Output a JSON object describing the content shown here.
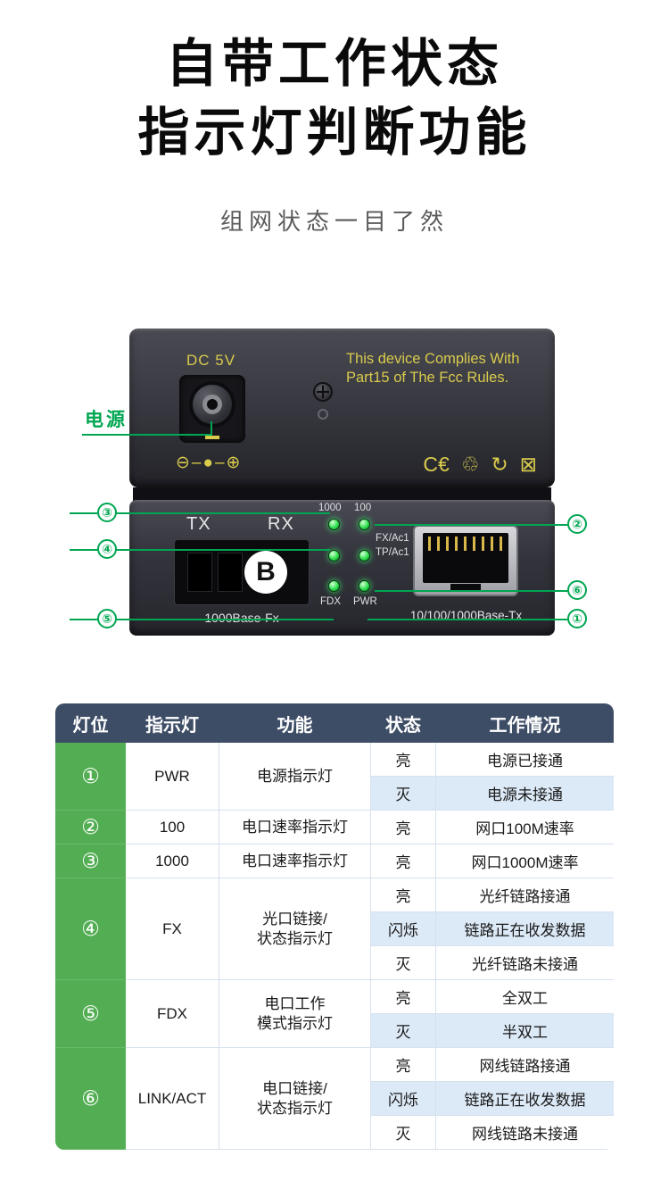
{
  "colors": {
    "accent_green": "#00a651",
    "table_green": "#53ae53",
    "header_navy": "#3e4d66",
    "row_alt": "#dce9f6",
    "device_yellow": "#d9cb4c"
  },
  "title": {
    "line1": "自带工作状态",
    "line2": "指示灯判断功能"
  },
  "subtitle": "组网状态一目了然",
  "device": {
    "power_callout": "电源",
    "top": {
      "dc_label": "DC 5V",
      "fcc_text": "This device Complies With\nPart15 of The Fcc Rules.",
      "polarity_icon": "⊖–●–⊕",
      "certs": [
        "C€",
        "♲",
        "↻",
        "⊠"
      ]
    },
    "front": {
      "tx": "TX",
      "rx": "RX",
      "port_letter": "B",
      "fiber_port_label": "1000Base-Fx",
      "led_label_1000": "1000",
      "led_label_100": "100",
      "led_label_fx": "FX/Ac1",
      "led_label_tp": "TP/Ac1",
      "led_label_fdx": "FDX",
      "led_label_pwr": "PWR",
      "rj45_label": "10/100/1000Base-Tx"
    },
    "callouts": {
      "left": [
        "③",
        "④",
        "⑤"
      ],
      "right": [
        "②",
        "⑥",
        "①"
      ]
    }
  },
  "table": {
    "headers": [
      "灯位",
      "指示灯",
      "功能",
      "状态",
      "工作情况"
    ],
    "groups": [
      {
        "num": "①",
        "led": "PWR",
        "func": "电源指示灯",
        "rows": [
          {
            "state": "亮",
            "desc": "电源已接通"
          },
          {
            "state": "灭",
            "desc": "电源未接通"
          }
        ]
      },
      {
        "num": "②",
        "led": "100",
        "func": "电口速率指示灯",
        "rows": [
          {
            "state": "亮",
            "desc": "网口100M速率"
          }
        ]
      },
      {
        "num": "③",
        "led": "1000",
        "func": "电口速率指示灯",
        "rows": [
          {
            "state": "亮",
            "desc": "网口1000M速率"
          }
        ]
      },
      {
        "num": "④",
        "led": "FX",
        "func": "光口链接/\n状态指示灯",
        "rows": [
          {
            "state": "亮",
            "desc": "光纤链路接通"
          },
          {
            "state": "闪烁",
            "desc": "链路正在收发数据"
          },
          {
            "state": "灭",
            "desc": "光纤链路未接通"
          }
        ]
      },
      {
        "num": "⑤",
        "led": "FDX",
        "func": "电口工作\n模式指示灯",
        "rows": [
          {
            "state": "亮",
            "desc": "全双工"
          },
          {
            "state": "灭",
            "desc": "半双工"
          }
        ]
      },
      {
        "num": "⑥",
        "led": "LINK/ACT",
        "func": "电口链接/\n状态指示灯",
        "rows": [
          {
            "state": "亮",
            "desc": "网线链路接通"
          },
          {
            "state": "闪烁",
            "desc": "链路正在收发数据"
          },
          {
            "state": "灭",
            "desc": "网线链路未接通"
          }
        ]
      }
    ]
  }
}
